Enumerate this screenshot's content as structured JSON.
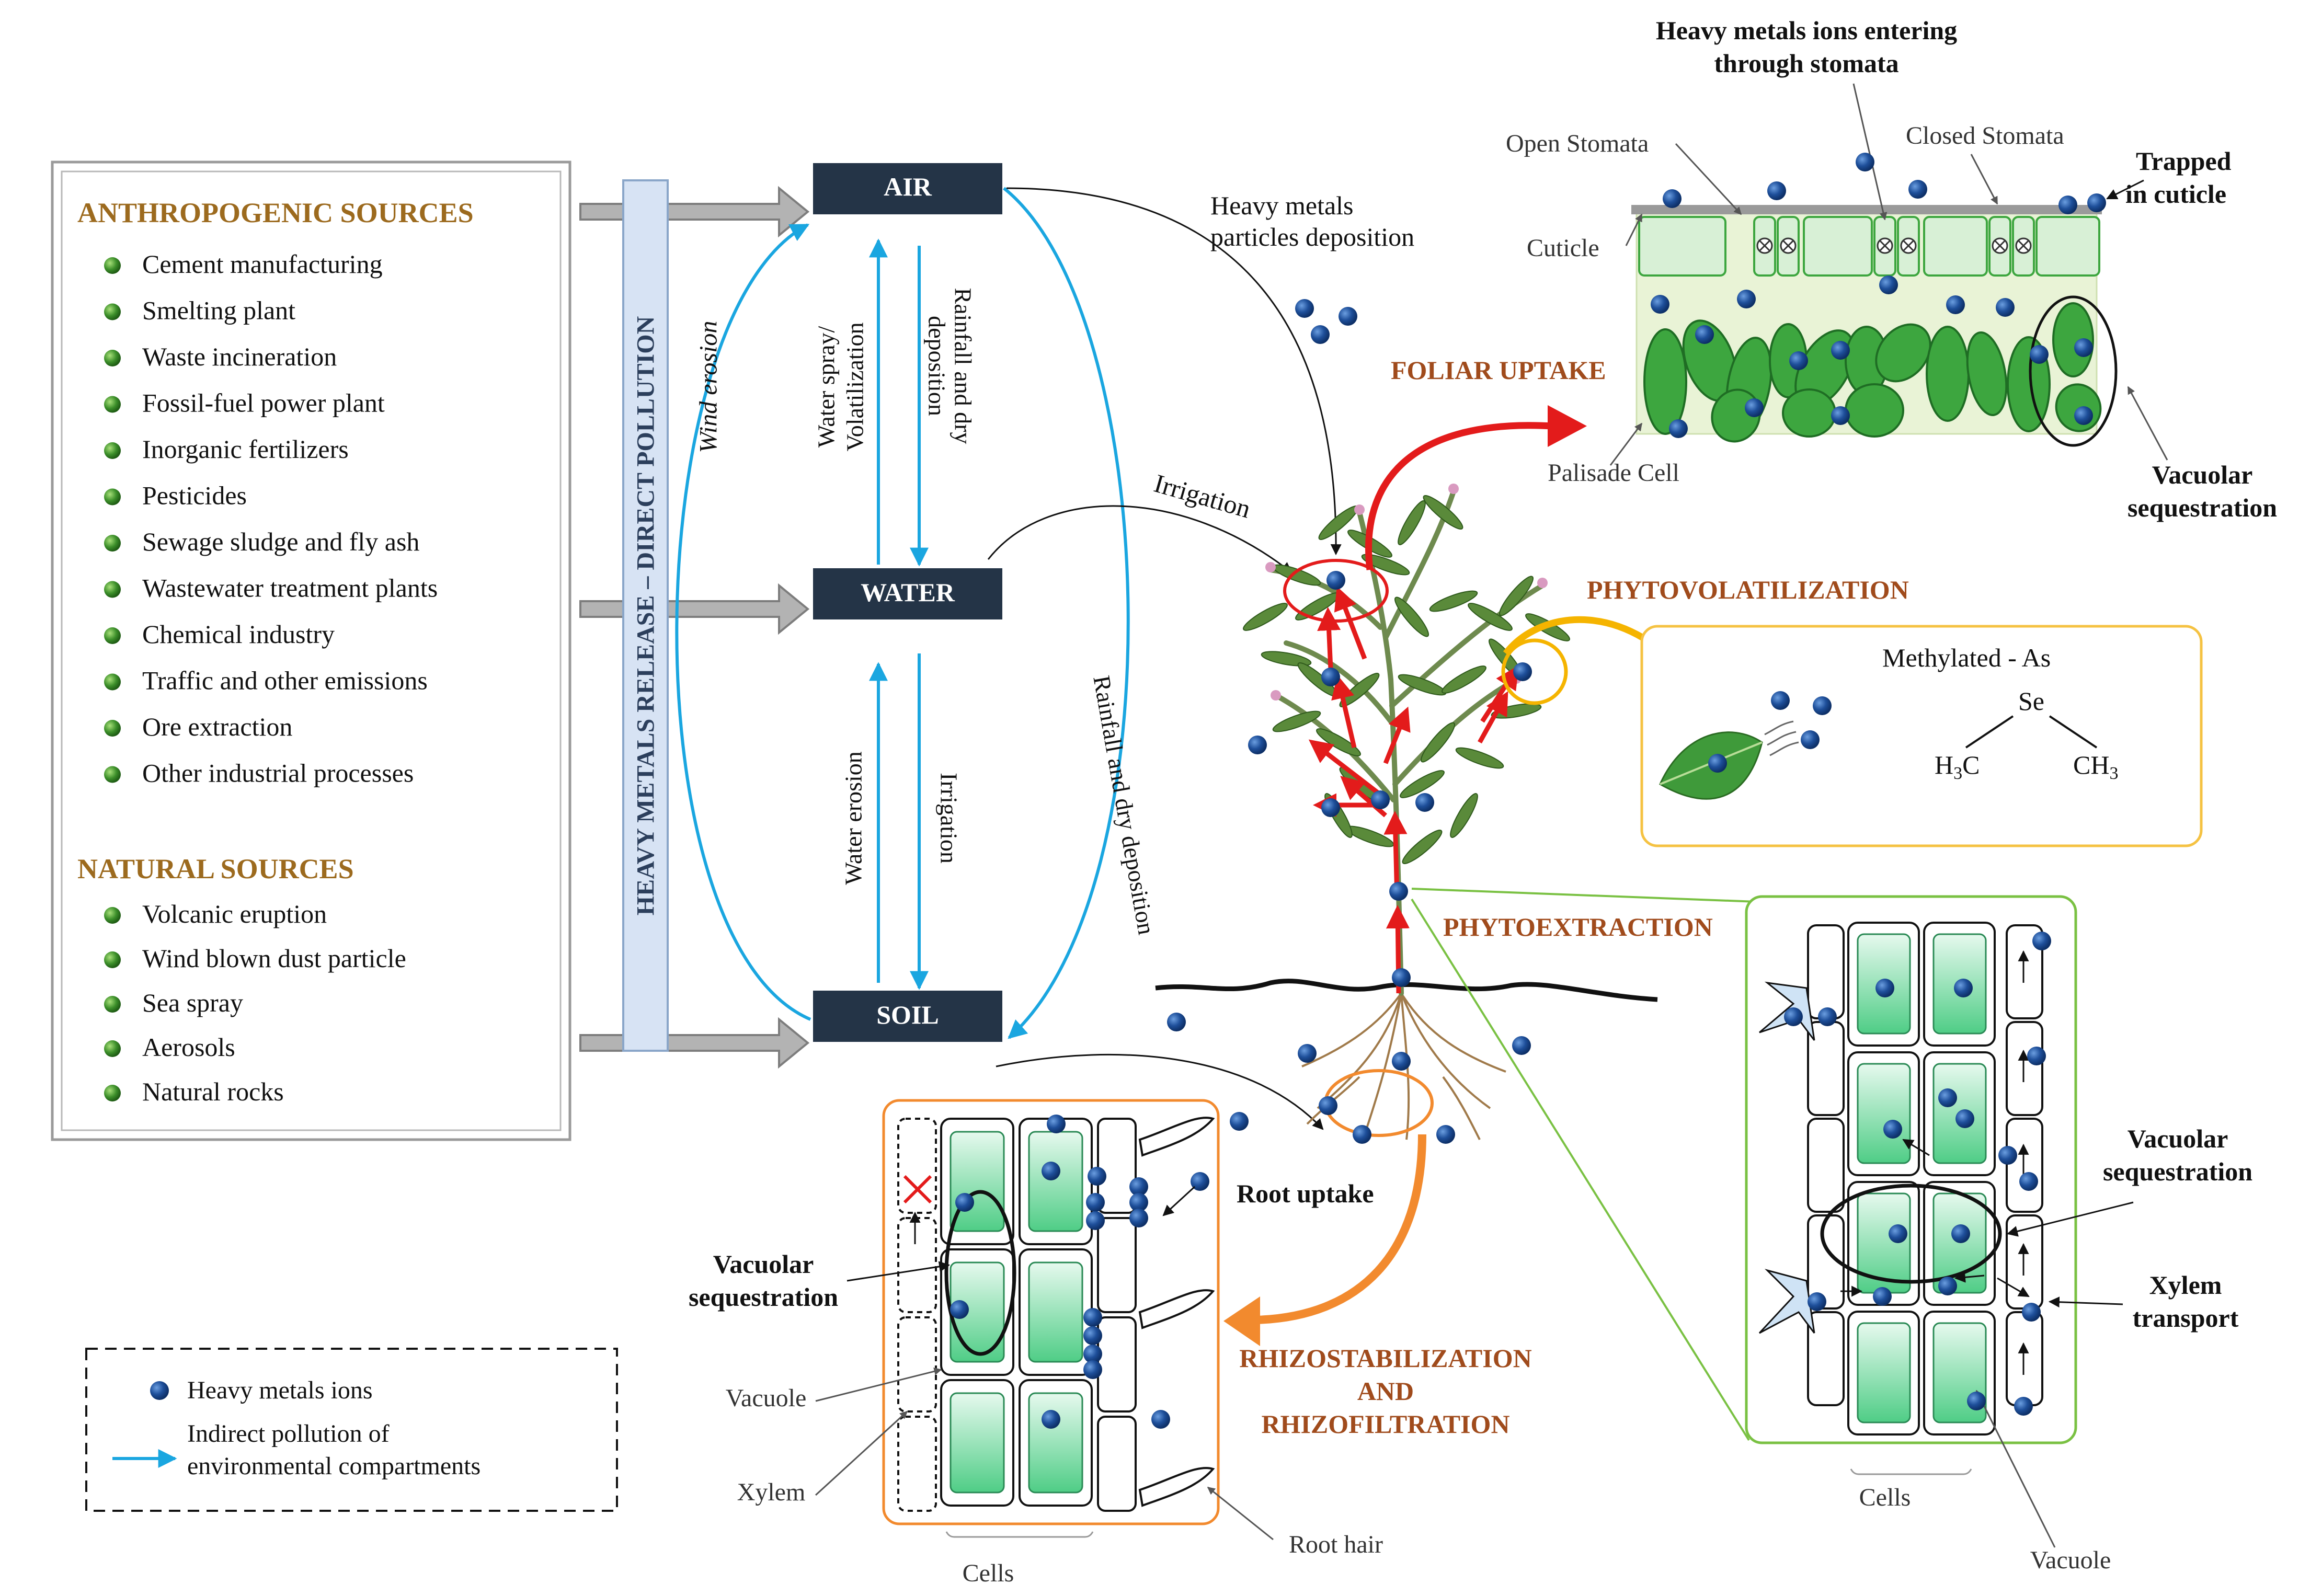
{
  "sources": {
    "anthropogenic_title": "ANTHROPOGENIC SOURCES",
    "anthropogenic_items": [
      "Cement manufacturing",
      "Smelting plant",
      "Waste incineration",
      "Fossil-fuel power plant",
      "Inorganic fertilizers",
      "Pesticides",
      "Sewage sludge and fly ash",
      "Wastewater treatment plants",
      "Chemical industry",
      "Traffic and other emissions",
      "Ore extraction",
      "Other industrial processes"
    ],
    "natural_title": "NATURAL SOURCES",
    "natural_items": [
      "Volcanic eruption",
      "Wind blown dust particle",
      "Sea spray",
      "Aerosols",
      "Natural rocks"
    ]
  },
  "release_bar": "HEAVY METALS RELEASE – DIRECT POLLUTION",
  "compartments": {
    "air": "AIR",
    "water": "WATER",
    "soil": "SOIL"
  },
  "flows": {
    "wind_erosion": "Wind erosion",
    "water_spray": "Water spray/",
    "volatilization": "Volatilization",
    "rainfall_1": "Rainfall and dry",
    "rainfall_2": "deposition",
    "water_erosion": "Water erosion",
    "irrigation_vertical": "Irrigation",
    "rainfall_long": "Rainfall and dry deposition",
    "irrigation_curve": "Irrigation",
    "deposition_1": "Heavy metals",
    "deposition_2": "particles deposition"
  },
  "foliar": {
    "title": "FOLIAR UPTAKE",
    "entering_1": "Heavy metals  ions entering",
    "entering_2": "through stomata",
    "open_stomata": "Open Stomata",
    "closed_stomata": "Closed Stomata",
    "trapped_1": "Trapped",
    "trapped_2": "in cuticle",
    "cuticle": "Cuticle",
    "palisade": "Palisade Cell",
    "vacuolar_1": "Vacuolar",
    "vacuolar_2": "sequestration"
  },
  "phytovolatilization": {
    "title": "PHYTOVOLATILIZATION",
    "methylated": "Methylated - As",
    "se": "Se",
    "h3c_main": "H",
    "h3c_sub": "3",
    "h3c_end": "C",
    "ch3_main": "CH",
    "ch3_sub": "3"
  },
  "phytoextraction": {
    "title": "PHYTOEXTRACTION",
    "vacuolar_1": "Vacuolar",
    "vacuolar_2": "sequestration",
    "xylem_1": "Xylem",
    "xylem_2": "transport",
    "cells": "Cells",
    "vacuole": "Vacuole"
  },
  "root": {
    "uptake": "Root uptake",
    "rhizo_1": "RHIZOSTABILIZATION",
    "rhizo_2": "AND",
    "rhizo_3": "RHIZOFILTRATION",
    "vacuolar_1": "Vacuolar",
    "vacuolar_2": "sequestration",
    "vacuole": "Vacuole",
    "xylem": "Xylem",
    "cells": "Cells",
    "root_hair": "Root hair"
  },
  "legend": {
    "ions": "Heavy metals ions",
    "indirect_1": "Indirect pollution of",
    "indirect_2": "environmental compartments"
  },
  "colors": {
    "accent_brown": "#9c6a1e",
    "title_brown": "#a04b1c",
    "dark_box": "#243447",
    "cyan_arrow": "#1aa6e0",
    "ion_blue": "#1e4f9a",
    "leaf_green": "#3da63f",
    "cell_green": "#7fd8a5",
    "red_arrow": "#e31b1b",
    "orange_arrow": "#f28a2e",
    "yellow_arrow": "#f5b400"
  }
}
